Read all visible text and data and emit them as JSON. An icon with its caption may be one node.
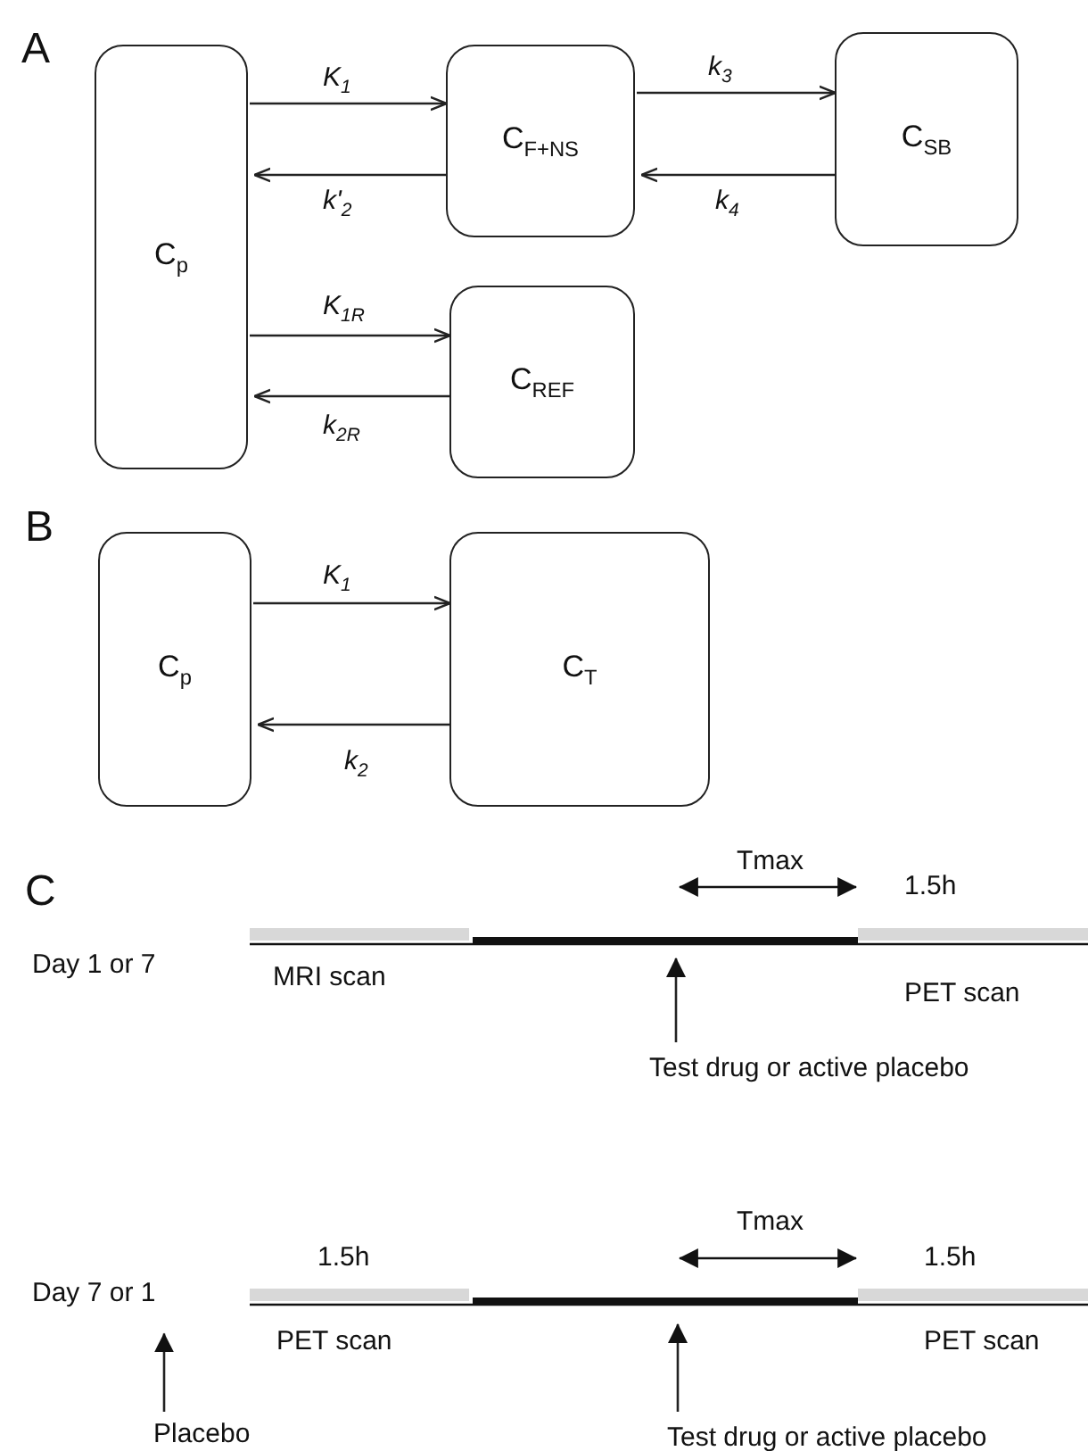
{
  "diagram": {
    "nodes": [
      {
        "text": [
          "C$_{p}$"
        ]
      },
      {
        "text": [
          "C$_{F+NS}$"
        ]
      },
      {
        "text": [
          "C$_{SB}$"
        ]
      },
      {
        "text": [
          "C$_{REF}$"
        ]
      },
      {
        "text": [
          "C$_{p}$"
        ]
      },
      {
        "text": [
          "C$_{T}$"
        ]
      },
      {
        "text": [
          "Test drug or active placebo"
        ]
      },
      {
        "text": [
          "Day 7 or 1"
        ]
      },
      {
        "text": [
          "Placebo"
        ]
      },
      {
        "text": [
          "Test drug or active placebo"
        ]
      }
    ],
    "edges": [
      {
        "from": 0,
        "to": 1,
        "arrow": "to",
        "label": "K$_{1}$"
      },
      {
        "from": 1,
        "to": 0,
        "arrow": "to",
        "label": "k'$_{2}$"
      },
      {
        "from": 1,
        "to": 2,
        "arrow": "to",
        "label": "k$_{3}$"
      },
      {
        "from": 2,
        "to": 1,
        "arrow": "to",
        "label": "k$_{4}$"
      },
      {
        "from": 0,
        "to": 3,
        "arrow": "to",
        "label": "K$_{1R}$"
      },
      {
        "from": 3,
        "to": 0,
        "arrow": "to",
        "label": "k$_{2R}$"
      },
      {
        "from": 4,
        "to": 5,
        "arrow": "to",
        "label": "K$_{1}$"
      },
      {
        "from": 5,
        "to": 4,
        "arrow": "to",
        "label": "k$_{2}$"
      },
      {
        "from": 6,
        "to": null,
        "arrow": "to"
      },
      {
        "from": 8,
        "to": 7,
        "arrow": "to"
      },
      {
        "from": 9,
        "to": null,
        "arrow": "to"
      }
    ],
    "labels": [
      "A",
      "B",
      "C",
      "Tmax",
      "1.5h",
      "Day 1 or 7",
      "MRI scan",
      "PET scan",
      "Tmax",
      "1.5h",
      "1.5h",
      "PET scan",
      "PET scan"
    ]
  }
}
